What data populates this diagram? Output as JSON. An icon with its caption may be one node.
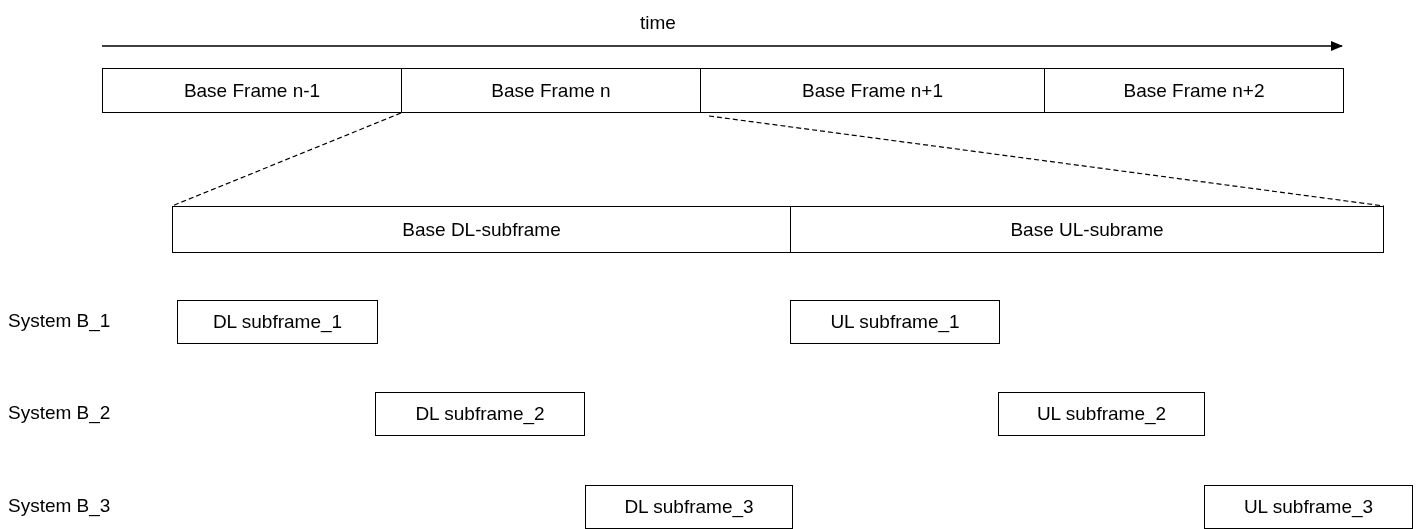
{
  "diagram": {
    "nodes": [
      {
        "text": [
          "Base Frame n-1"
        ]
      },
      {
        "text": [
          "Base Frame n"
        ]
      },
      {
        "text": [
          "Base Frame n+1"
        ]
      },
      {
        "text": [
          "Base Frame n+2"
        ]
      },
      {
        "text": [
          "Base DL-subframe"
        ]
      },
      {
        "text": [
          "Base UL-subrame"
        ]
      },
      {
        "text": [
          "DL subframe_1"
        ]
      },
      {
        "text": [
          "UL subframe_1"
        ]
      },
      {
        "text": [
          "DL subframe_2"
        ]
      },
      {
        "text": [
          "UL subframe_2"
        ]
      },
      {
        "text": [
          "DL subframe_3"
        ]
      },
      {
        "text": [
          "UL subframe_3"
        ]
      }
    ],
    "edges": [
      {
        "from": 1,
        "to": 4,
        "arrow": "none",
        "style": "dashed"
      },
      {
        "from": 1,
        "to": 5,
        "arrow": "none",
        "style": "dashed"
      }
    ],
    "labels": [
      "time",
      "System B_1",
      "System B_2",
      "System B_3"
    ]
  }
}
